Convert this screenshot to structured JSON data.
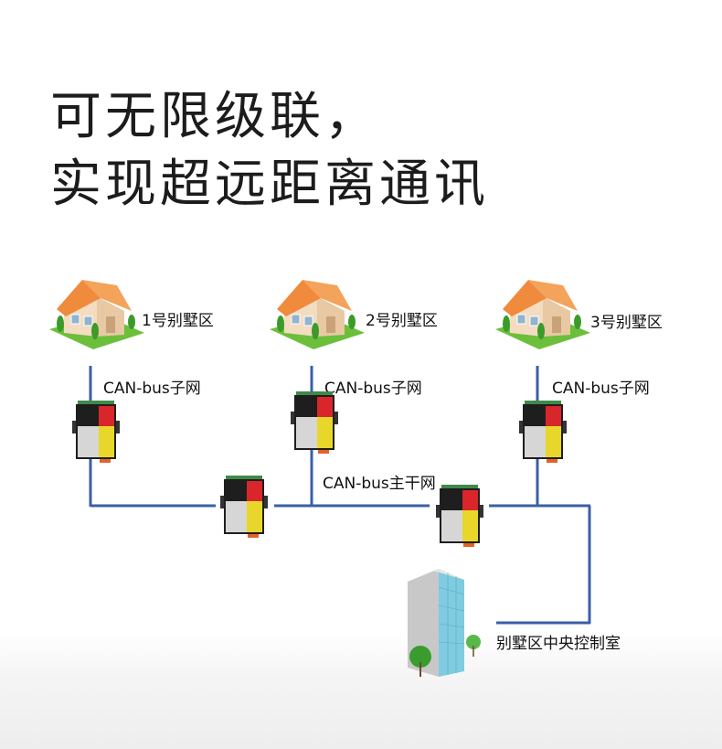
{
  "headline": {
    "line1": "可无限级联，",
    "line2": "实现超远距离通讯"
  },
  "diagram": {
    "villas": [
      {
        "label": "1号别墅区",
        "subnet_label": "CAN-bus子网"
      },
      {
        "label": "2号别墅区",
        "subnet_label": "CAN-bus子网"
      },
      {
        "label": "3号别墅区",
        "subnet_label": "CAN-bus子网"
      }
    ],
    "backbone_label": "CAN-bus主干网",
    "control_room_label": "别墅区中央控制室",
    "colors": {
      "bus_line": "#3a5fa8",
      "device_red": "#d8262a",
      "device_yellow": "#e8d72a",
      "device_body": "#1e1e1e",
      "roof": "#f08a3c",
      "grass": "#6cbf3a"
    }
  }
}
